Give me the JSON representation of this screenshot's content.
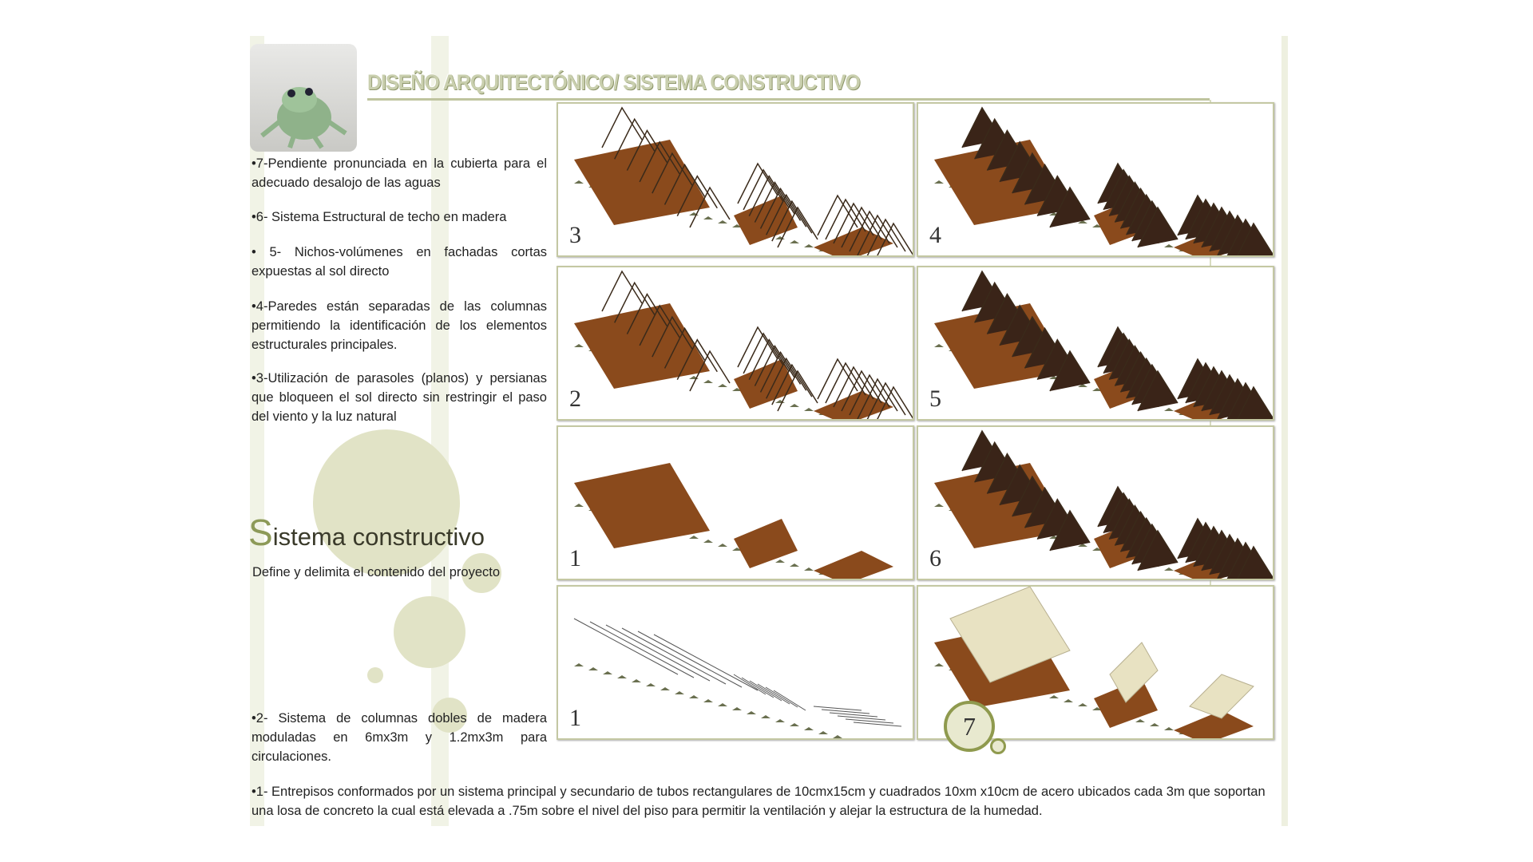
{
  "title": "DISEÑO ARQUITECTÓNICO/ SISTEMA CONSTRUCTIVO",
  "bullets_left": [
    "•7-Pendiente pronunciada en la cubierta para el adecuado desalojo de las aguas",
    "•6- Sistema Estructural de techo en madera",
    "• 5- Nichos-volúmenes en fachadas cortas expuestas al sol directo",
    "•4-Paredes están separadas de las columnas permitiendo la identificación de los elementos estructurales principales.",
    "•3-Utilización de parasoles (planos) y persianas que bloqueen el sol directo sin restringir el paso del viento y la luz natural"
  ],
  "section_heading_initial": "S",
  "section_heading_rest": "istema constructivo",
  "section_subtitle": "Define y delimita el contenido del proyecto",
  "bullet_2": "•2- Sistema de columnas dobles de madera moduladas en 6mx3m y 1.2mx3m para circulaciones.",
  "bullet_1": "•1- Entrepisos conformados por un sistema principal y secundario de tubos rectangulares de 10cmx15cm y cuadrados 10xm x10cm de acero ubicados cada 3m que soportan una losa de concreto la cual está elevada a .75m sobre el nivel del piso para permitir la ventilación y alejar la estructura de la humedad.",
  "panels": [
    {
      "label": "3",
      "stage": "trusses"
    },
    {
      "label": "4",
      "stage": "walls"
    },
    {
      "label": "2",
      "stage": "trusses"
    },
    {
      "label": "5",
      "stage": "walls"
    },
    {
      "label": "1",
      "stage": "floor"
    },
    {
      "label": "6",
      "stage": "full"
    },
    {
      "label": "1",
      "stage": "frame"
    },
    {
      "label": "7",
      "stage": "roof"
    }
  ],
  "colors": {
    "accent": "#8f9a4e",
    "wood": "#8a4a1c",
    "pale": "#e1e3c6"
  }
}
